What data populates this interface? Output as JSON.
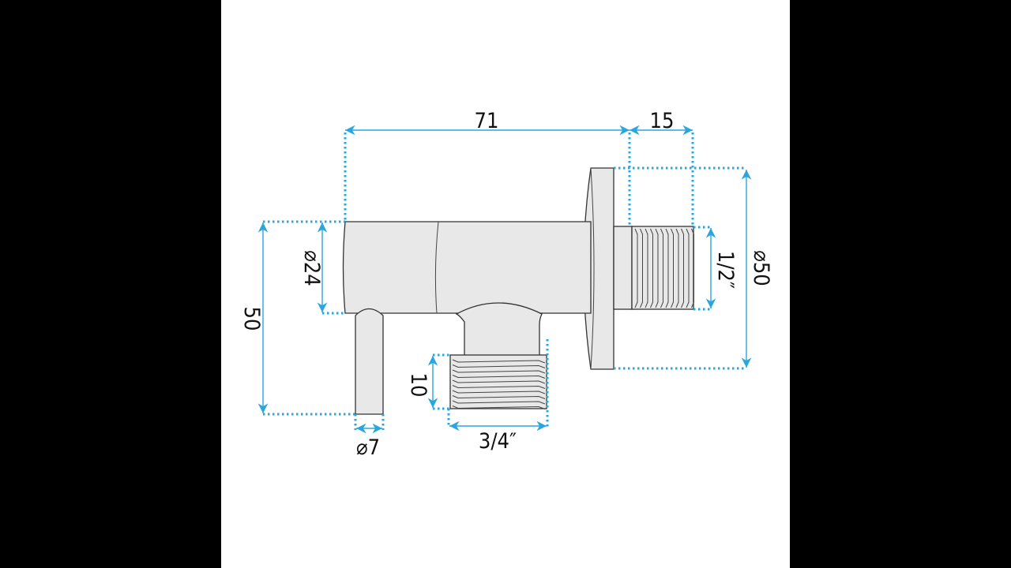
{
  "drawing": {
    "title": "Angle valve dimensions",
    "dimensions": {
      "length": "71",
      "thread_length": "15",
      "flange_diameter": "⌀50",
      "inlet_thread": "1/2″",
      "body_diameter": "⌀24",
      "height": "50",
      "outlet_thread_length": "10",
      "outlet_thread": "3/4″",
      "lever_diameter": "⌀7"
    },
    "accent_color": "#29a6de"
  }
}
